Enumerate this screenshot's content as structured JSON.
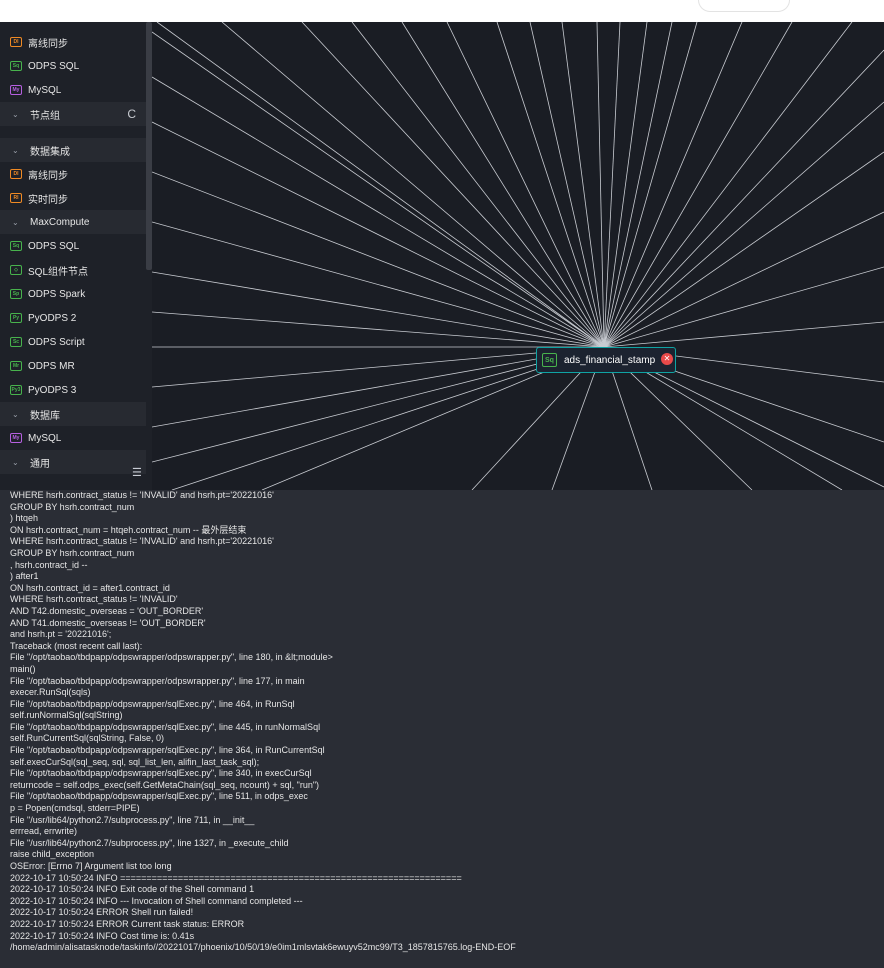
{
  "colors": {
    "sidebar_bg": "#1e2128",
    "group_bg": "#272a31",
    "canvas_bg": "#1a1d24",
    "log_bg": "#2a2d35",
    "node_border": "#0fa3a3",
    "node_icon": "#48b34d",
    "close_red": "#e84a4a"
  },
  "sidebar": {
    "items": [
      {
        "kind": "node",
        "icon": "di-icon",
        "badge": "DI",
        "color": "#f08a24",
        "label": "离线同步"
      },
      {
        "kind": "node",
        "icon": "sq-icon",
        "badge": "Sq",
        "color": "#48b34d",
        "label": "ODPS SQL"
      },
      {
        "kind": "node",
        "icon": "mysql-icon",
        "badge": "My",
        "color": "#b660e0",
        "label": "MySQL"
      },
      {
        "kind": "group",
        "icon": "chevron-down-icon",
        "label": "节点组",
        "refresh": "C"
      },
      {
        "kind": "group",
        "icon": "chevron-down-icon",
        "label": "数据集成"
      },
      {
        "kind": "node",
        "icon": "di-icon",
        "badge": "DI",
        "color": "#f08a24",
        "label": "离线同步"
      },
      {
        "kind": "node",
        "icon": "ri-icon",
        "badge": "RI",
        "color": "#f08a24",
        "label": "实时同步"
      },
      {
        "kind": "group",
        "icon": "chevron-down-icon",
        "label": "MaxCompute"
      },
      {
        "kind": "node",
        "icon": "sq-icon",
        "badge": "Sq",
        "color": "#48b34d",
        "label": "ODPS SQL"
      },
      {
        "kind": "node",
        "icon": "sql-component-icon",
        "badge": "◇",
        "color": "#48b34d",
        "label": "SQL组件节点"
      },
      {
        "kind": "node",
        "icon": "sp-icon",
        "badge": "Sp",
        "color": "#48b34d",
        "label": "ODPS Spark"
      },
      {
        "kind": "node",
        "icon": "py-icon",
        "badge": "Py",
        "color": "#48b34d",
        "label": "PyODPS 2"
      },
      {
        "kind": "node",
        "icon": "sc-icon",
        "badge": "Sc",
        "color": "#48b34d",
        "label": "ODPS Script"
      },
      {
        "kind": "node",
        "icon": "mr-icon",
        "badge": "Mr",
        "color": "#48b34d",
        "label": "ODPS MR"
      },
      {
        "kind": "node",
        "icon": "py3-icon",
        "badge": "Py3",
        "color": "#48b34d",
        "label": "PyODPS 3"
      },
      {
        "kind": "group",
        "icon": "chevron-down-icon",
        "label": "数据库"
      },
      {
        "kind": "node",
        "icon": "mysql-icon",
        "badge": "My",
        "color": "#b660e0",
        "label": "MySQL"
      },
      {
        "kind": "group",
        "icon": "chevron-down-icon",
        "label": "通用"
      }
    ],
    "collapse_icon": "☰"
  },
  "canvas": {
    "node": {
      "icon_label": "Sq",
      "label": "ads_financial_stamp",
      "close": "✕"
    }
  },
  "log": {
    "lines": [
      "WHERE hsrh.contract_status != 'INVALID' and hsrh.pt='20221016'",
      "GROUP BY hsrh.contract_num",
      ") htqeh",
      "ON hsrh.contract_num = htqeh.contract_num -- 最外层结束",
      "WHERE hsrh.contract_status != 'INVALID' and hsrh.pt='20221016'",
      "GROUP BY hsrh.contract_num",
      ", hsrh.contract_id --",
      ") after1",
      "ON hsrh.contract_id = after1.contract_id",
      "WHERE hsrh.contract_status != 'INVALID'",
      "AND T42.domestic_overseas = 'OUT_BORDER'",
      "AND T41.domestic_overseas != 'OUT_BORDER'",
      "and hsrh.pt = '20221016';",
      "Traceback (most recent call last):",
      "File \"/opt/taobao/tbdpapp/odpswrapper/odpswrapper.py\", line 180, in &lt;module>",
      "main()",
      "File \"/opt/taobao/tbdpapp/odpswrapper/odpswrapper.py\", line 177, in main",
      "execer.RunSql(sqls)",
      "File \"/opt/taobao/tbdpapp/odpswrapper/sqlExec.py\", line 464, in RunSql",
      "self.runNormalSql(sqlString)",
      "File \"/opt/taobao/tbdpapp/odpswrapper/sqlExec.py\", line 445, in runNormalSql",
      "self.RunCurrentSql(sqlString, False, 0)",
      "File \"/opt/taobao/tbdpapp/odpswrapper/sqlExec.py\", line 364, in RunCurrentSql",
      "self.execCurSql(sql_seq, sql, sql_list_len, alifin_last_task_sql);",
      "File \"/opt/taobao/tbdpapp/odpswrapper/sqlExec.py\", line 340, in execCurSql",
      "returncode = self.odps_exec(self.GetMetaChain(sql_seq, ncount) + sql, \"run\")",
      "File \"/opt/taobao/tbdpapp/odpswrapper/sqlExec.py\", line 511, in odps_exec",
      "p = Popen(cmdsql, stderr=PIPE)",
      "File \"/usr/lib64/python2.7/subprocess.py\", line 711, in __init__",
      "errread, errwrite)",
      "File \"/usr/lib64/python2.7/subprocess.py\", line 1327, in _execute_child",
      "raise child_exception",
      "OSError: [Errno 7] Argument list too long",
      "2022-10-17 10:50:24 INFO =================================================================",
      "2022-10-17 10:50:24 INFO Exit code of the Shell command 1",
      "2022-10-17 10:50:24 INFO --- Invocation of Shell command completed ---",
      "2022-10-17 10:50:24 ERROR Shell run failed!",
      "2022-10-17 10:50:24 ERROR Current task status: ERROR",
      "2022-10-17 10:50:24 INFO Cost time is: 0.41s",
      "/home/admin/alisatasknode/taskinfo//20221017/phoenix/10/50/19/e0im1mlsvtak6ewuyv52mc99/T3_1857815765.log-END-EOF"
    ]
  }
}
